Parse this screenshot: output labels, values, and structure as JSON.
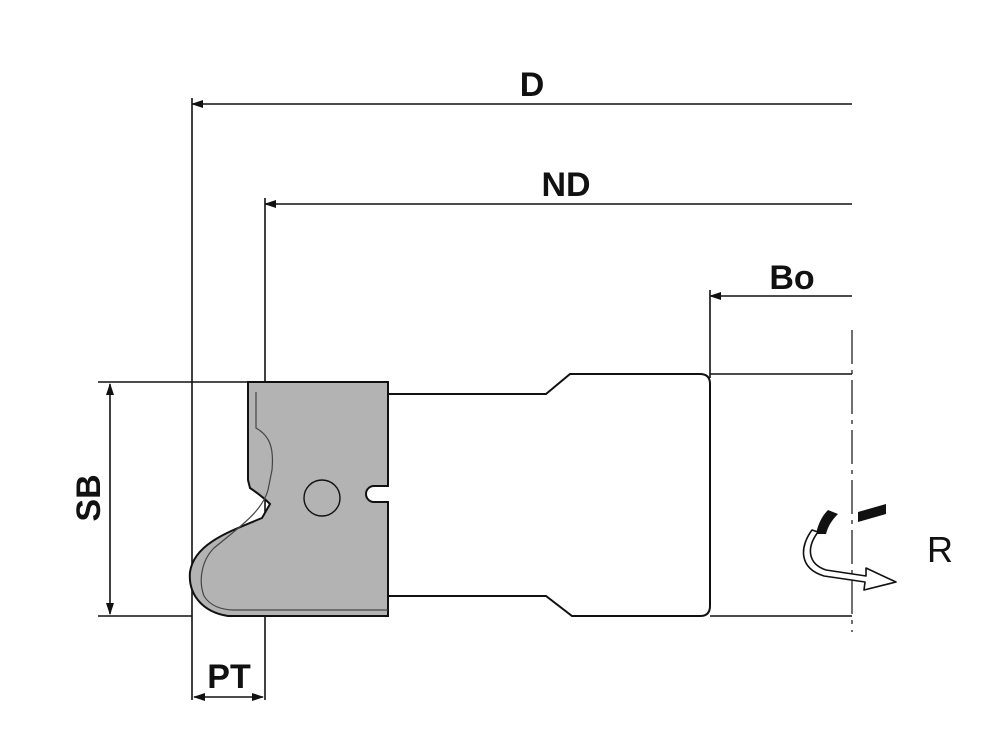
{
  "labels": {
    "d": "D",
    "nd": "ND",
    "bo": "Bo",
    "sb": "SB",
    "pt": "PT",
    "r": "R"
  },
  "colors": {
    "ink": "#111111",
    "knife_fill": "#b3b3b3",
    "background": "#ffffff"
  }
}
